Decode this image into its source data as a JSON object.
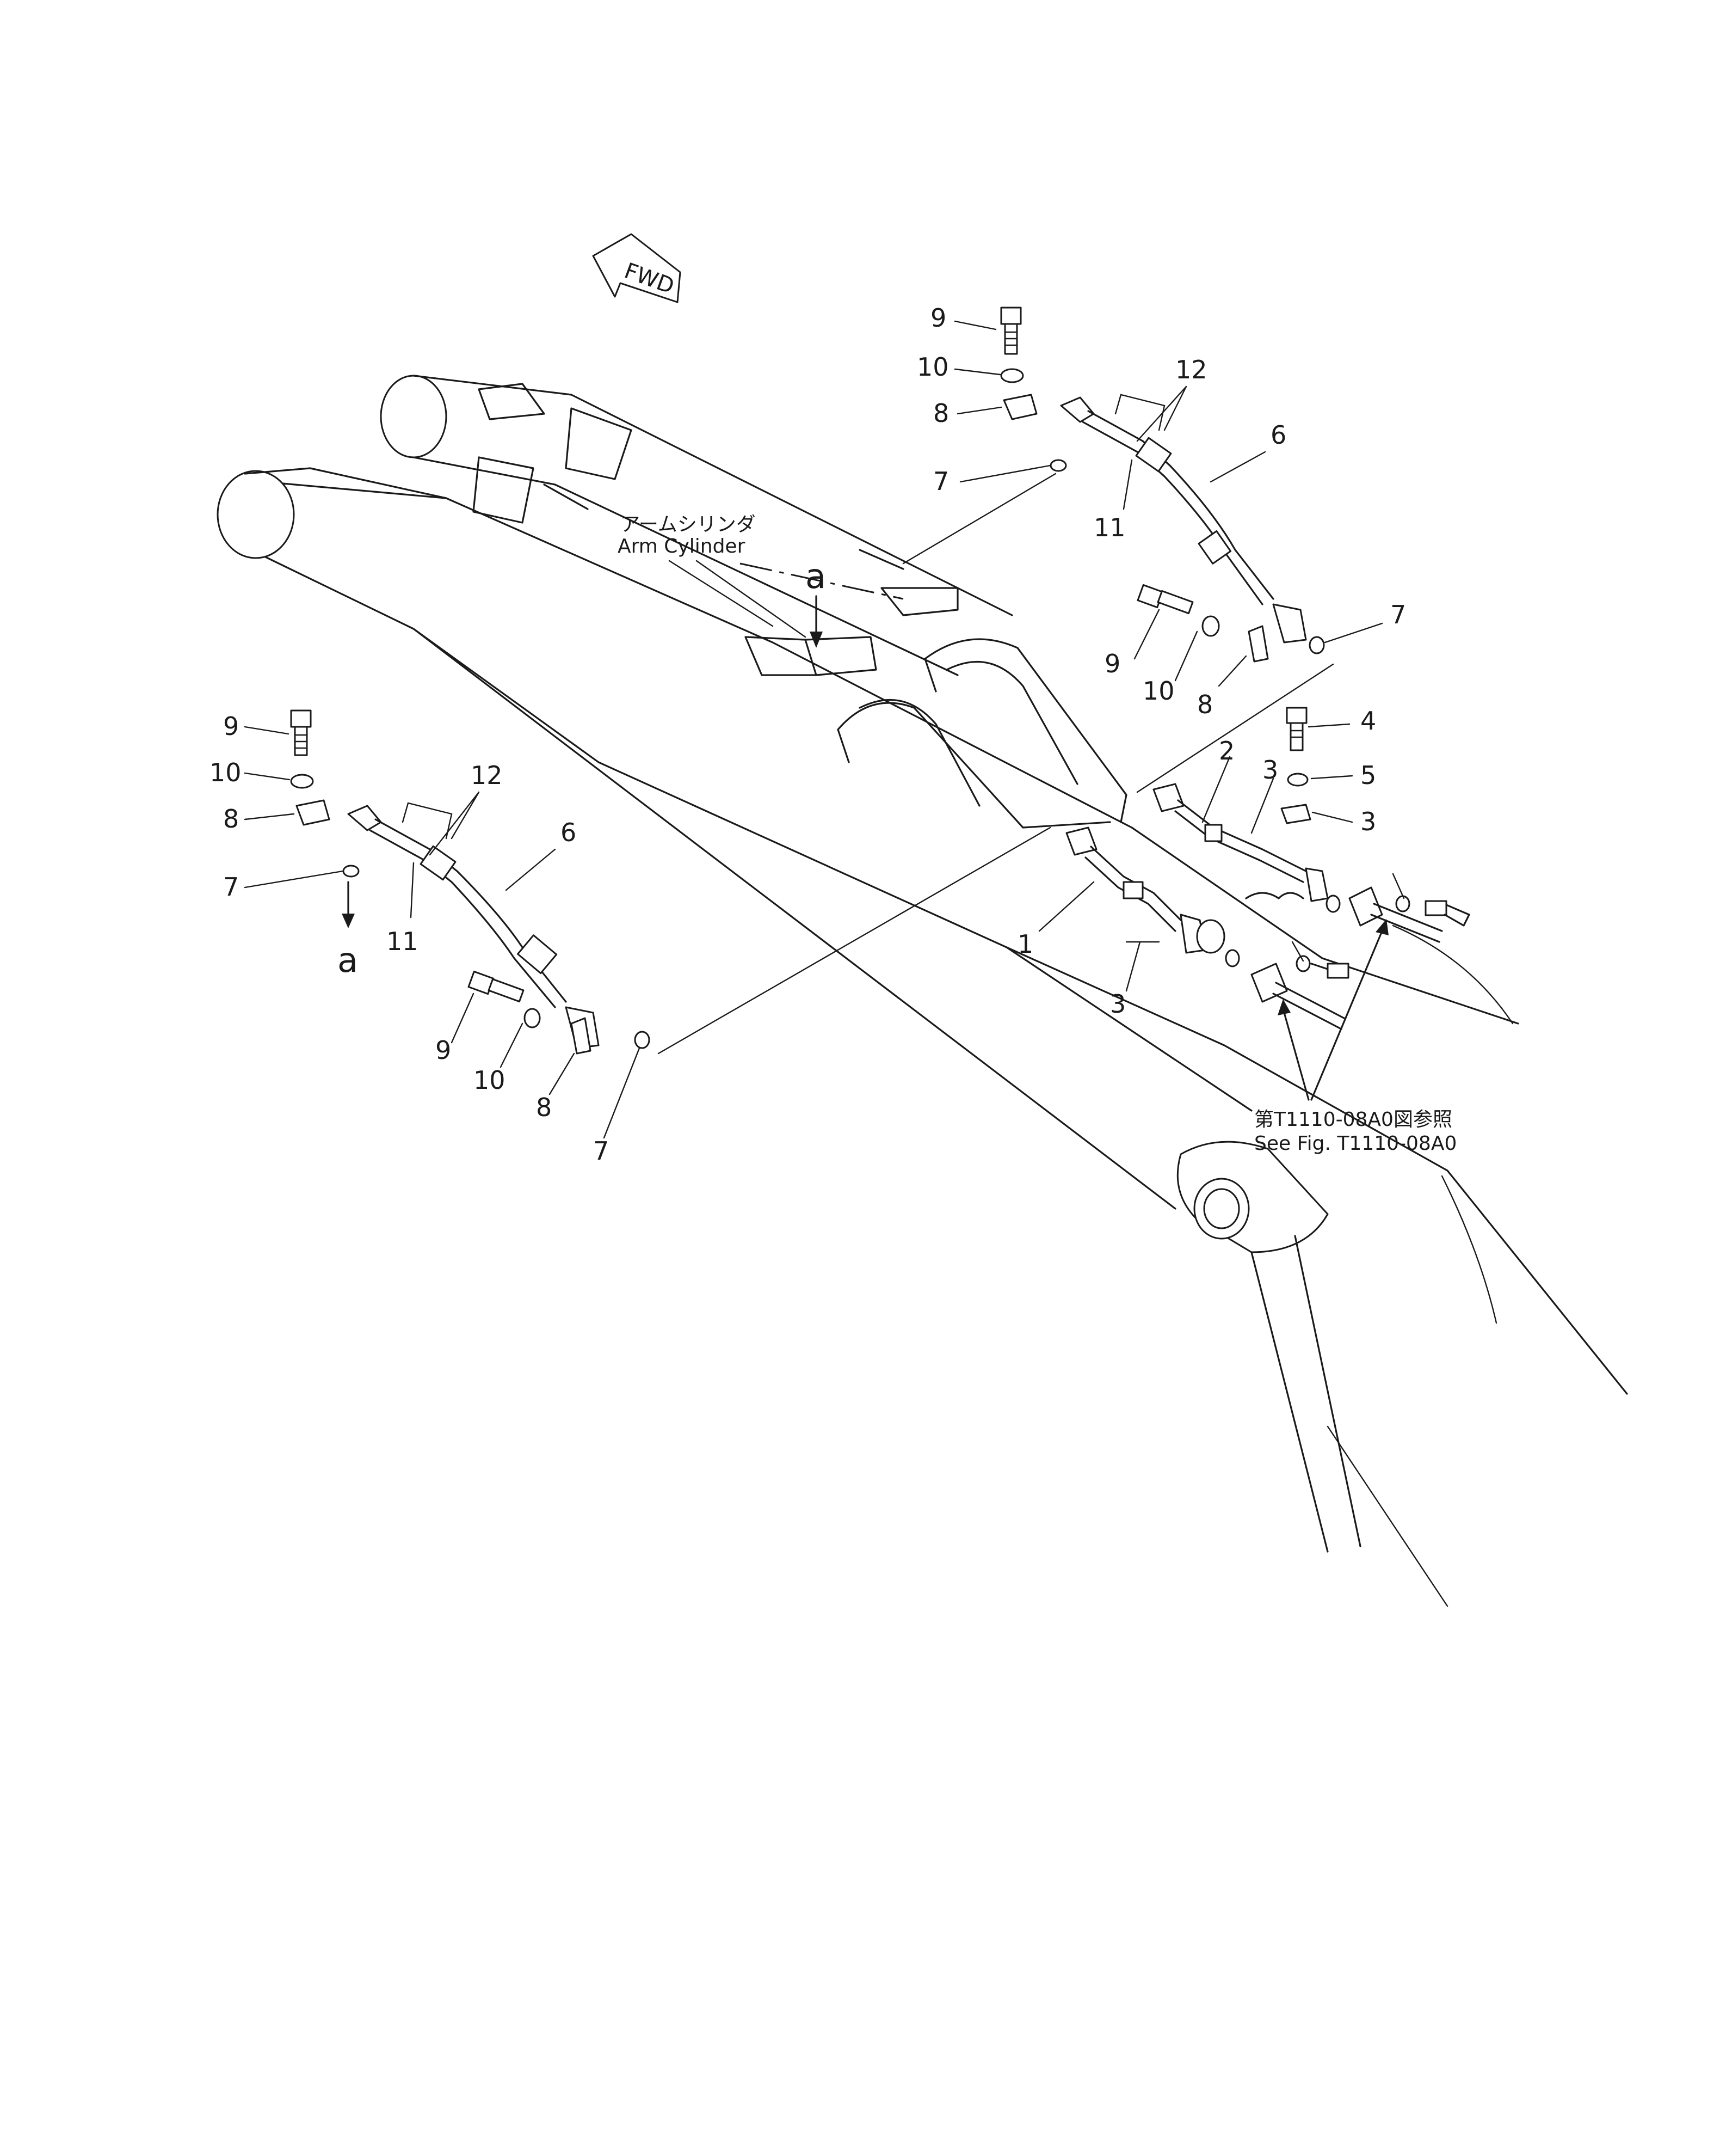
{
  "fwd_label": "FWD",
  "arm_cylinder": {
    "jp": "アームシリンダ",
    "en": "Arm Cylinder"
  },
  "view_marker": "a",
  "reference": {
    "jp": "第T1110-08A0図参照",
    "en": "See  Fig. T1110-08A0"
  },
  "callouts": {
    "upper_assembly": [
      "9",
      "10",
      "8",
      "7",
      "12",
      "6",
      "11",
      "9",
      "10",
      "8",
      "7"
    ],
    "lower_assembly": [
      "9",
      "10",
      "8",
      "7",
      "12",
      "6",
      "11",
      "9",
      "10",
      "8",
      "7"
    ],
    "right_fittings": [
      "4",
      "5",
      "3",
      "2",
      "3",
      "1",
      "3"
    ]
  }
}
